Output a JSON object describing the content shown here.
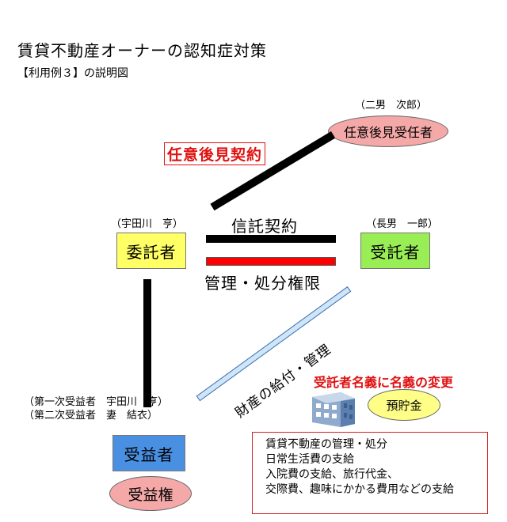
{
  "title": "賃貸不動産オーナーの認知症対策",
  "subtitle": "【利用例３】の説明図",
  "guardian": {
    "note": "（二男　次郎）",
    "label": "任意後見受任者",
    "fill": "#f4a8a8"
  },
  "guardianship_contract": "任意後見契約",
  "settlor": {
    "note": "（宇田川　亨）",
    "label": "委託者",
    "fill": "#ffff66"
  },
  "trustee": {
    "note": "（長男　一郎）",
    "label": "受託者",
    "fill": "#99ee55"
  },
  "trust_contract": "信託契約",
  "management_rights": "管理・処分権限",
  "asset_flow": "財産の給付・管理",
  "name_change": "受託者名義に名義の変更",
  "deposit": {
    "label": "預貯金",
    "fill": "#ffff88"
  },
  "beneficiary_note": [
    "（第一次受益者　宇田川　亨）",
    "（第二次受益者　妻　結衣）"
  ],
  "beneficiary": {
    "label": "受益者",
    "fill": "#4a90e2"
  },
  "beneficial_interest": {
    "label": "受益権",
    "fill": "#f4a8a8"
  },
  "uses": [
    "賃貸不動産の管理・処分",
    "日常生活費の支給",
    "入院費の支給、旅行代金、",
    "交際費、趣味にかかる費用などの支給"
  ],
  "colors": {
    "accent_red": "#e01010",
    "line_black": "#000000",
    "bar_red": "#ff0000",
    "bar_blue": "#cfe6f8"
  }
}
